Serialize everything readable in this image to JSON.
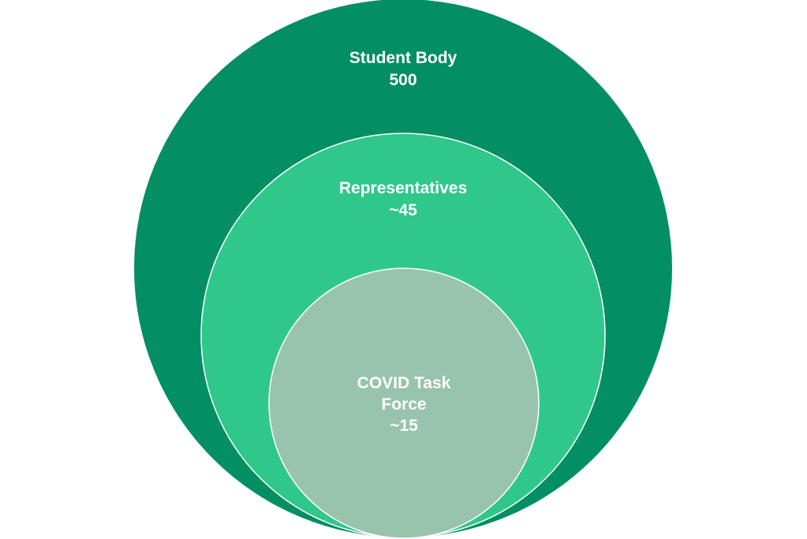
{
  "diagram": {
    "type": "nested-circles",
    "colors": {
      "outer": "#048E63",
      "middle": "#2FC88A",
      "inner": "#98C3AC",
      "outline": "#ffffff",
      "text": "#ffffff"
    },
    "circles": [
      {
        "label": "Student Body",
        "value": "500"
      },
      {
        "label": "Representatives",
        "value": "~45"
      },
      {
        "label_line1": "COVID Task",
        "label_line2": "Force",
        "value": "~15"
      }
    ]
  }
}
